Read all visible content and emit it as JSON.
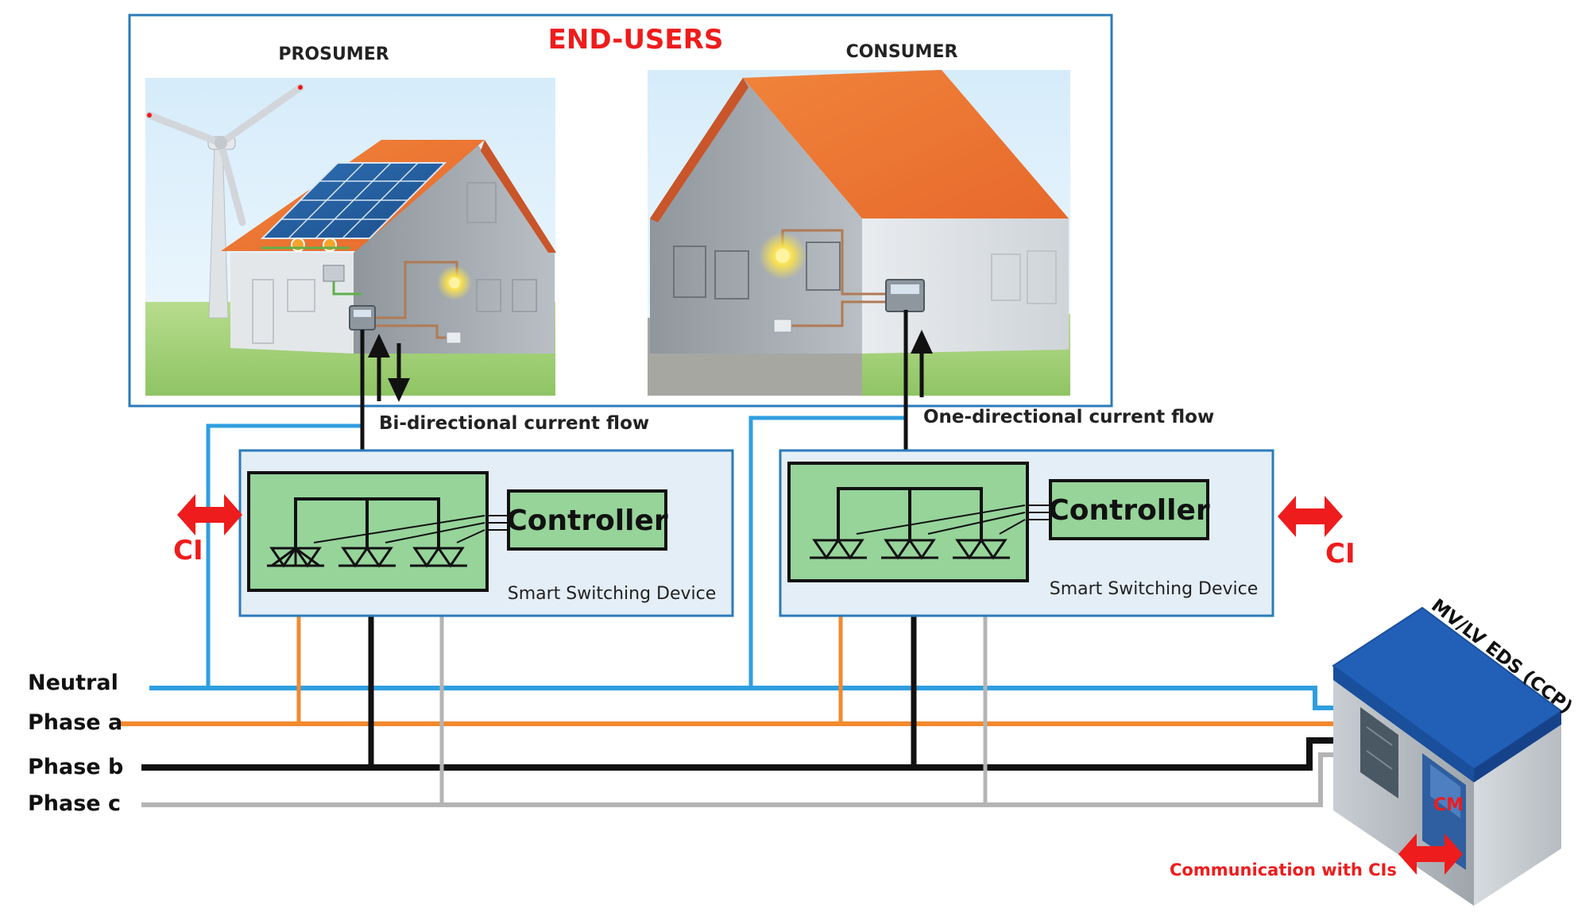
{
  "title": "END-USERS",
  "prosumer_label": "PROSUMER",
  "consumer_label": "CONSUMER",
  "bidirectional_label": "Bi-directional current flow",
  "onedirectional_label": "One-directional current flow",
  "controller_left": "Controller",
  "controller_right": "Controller",
  "ssd_left": "Smart Switching Device",
  "ssd_right": "Smart Switching Device",
  "ci_left": "CI",
  "ci_right": "CI",
  "lines": {
    "neutral": "Neutral",
    "phase_a": "Phase a",
    "phase_b": "Phase b",
    "phase_c": "Phase c"
  },
  "substation_label": "MV/LV EDS (CCP)",
  "cm_label": "CM",
  "communication_label": "Communication with CIs",
  "colors": {
    "neutral": "#2f9fe0",
    "phase_a": "#f28a2e",
    "phase_b": "#111111",
    "phase_c": "#b4b4b4",
    "accent_red": "#ee1c1c",
    "box_border": "#2b7bb9",
    "green_fill": "#96d49a",
    "roof": "#ee7a36"
  }
}
